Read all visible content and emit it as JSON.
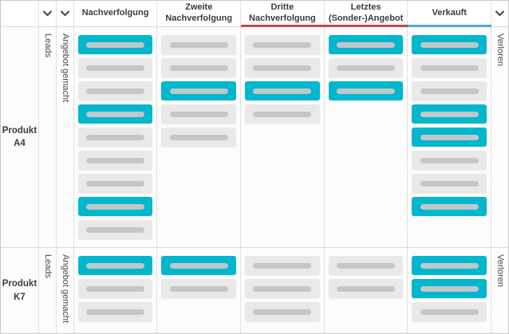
{
  "colors": {
    "card_teal": "#00b7ce",
    "card_gray": "#e9e9e9",
    "bar_on_teal": "#c0c7c8",
    "bar_on_gray": "#c6c6c6",
    "underline_red": "#bf4a4d",
    "underline_blue": "#47add8"
  },
  "header": {
    "collapsed_left": [
      {
        "label": "Leads",
        "icon": "chevron-down-icon"
      },
      {
        "label": "Angebot gemacht",
        "icon": "chevron-down-icon"
      }
    ],
    "stages": [
      {
        "label": "Nachverfolgung",
        "underline": "none"
      },
      {
        "label": "Zweite Nachverfolgung",
        "underline": "none"
      },
      {
        "label": "Dritte Nachverfolgung",
        "underline": "red"
      },
      {
        "label": "Letztes (Sonder-)Angebot",
        "underline": "red"
      },
      {
        "label": "Verkauft",
        "underline": "blue"
      }
    ],
    "collapsed_right": {
      "label": "Verloren",
      "icon": "chevron-down-icon"
    }
  },
  "rows": [
    {
      "label": "Produkt A4",
      "left_labels": [
        "Leads",
        "Angebot gemacht"
      ],
      "right_label": "Verloren",
      "lanes": [
        [
          "teal",
          "gray",
          "gray",
          "teal",
          "gray",
          "gray",
          "gray",
          "teal",
          "gray"
        ],
        [
          "gray",
          "gray",
          "teal",
          "gray",
          "gray"
        ],
        [
          "gray",
          "gray",
          "teal",
          "gray"
        ],
        [
          "teal",
          "gray",
          "teal"
        ],
        [
          "teal",
          "gray",
          "gray",
          "teal",
          "teal",
          "gray",
          "gray",
          "teal"
        ]
      ]
    },
    {
      "label": "Produkt K7",
      "left_labels": [
        "Leads",
        "Angebot gemacht"
      ],
      "right_label": "Verloren",
      "lanes": [
        [
          "teal",
          "gray",
          "gray"
        ],
        [
          "teal",
          "gray"
        ],
        [
          "gray",
          "gray",
          "gray"
        ],
        [
          "gray",
          "gray"
        ],
        [
          "teal",
          "teal",
          "gray"
        ]
      ]
    }
  ]
}
